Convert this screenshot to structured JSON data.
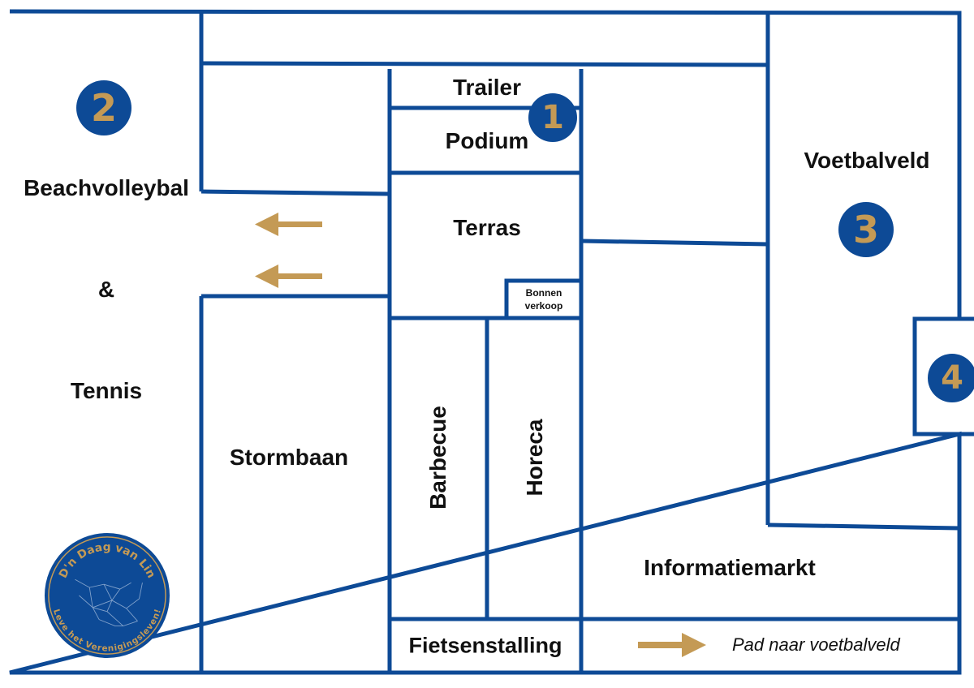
{
  "colors": {
    "line": "#0d4a96",
    "accent": "#c49a55",
    "text": "#111111"
  },
  "areas": {
    "trailer": "Trailer",
    "podium": "Podium",
    "terras": "Terras",
    "bonnen_line1": "Bonnen",
    "bonnen_line2": "verkoop",
    "voetbalveld": "Voetbalveld",
    "beachvolleybal": "Beachvolleybal",
    "ampersand": "&",
    "tennis": "Tennis",
    "stormbaan": "Stormbaan",
    "barbecue": "Barbecue",
    "horeca": "Horeca",
    "informatiemarkt": "Informatiemarkt",
    "fietsenstalling": "Fietsenstalling"
  },
  "markers": [
    "1",
    "2",
    "3",
    "4"
  ],
  "legend": {
    "label": "Pad naar voetbalveld",
    "icon": "arrow-right-icon"
  },
  "logo": {
    "top_text": "D'n Daag van Lin",
    "bottom_text": "Leve het Verenigingsleven!"
  }
}
